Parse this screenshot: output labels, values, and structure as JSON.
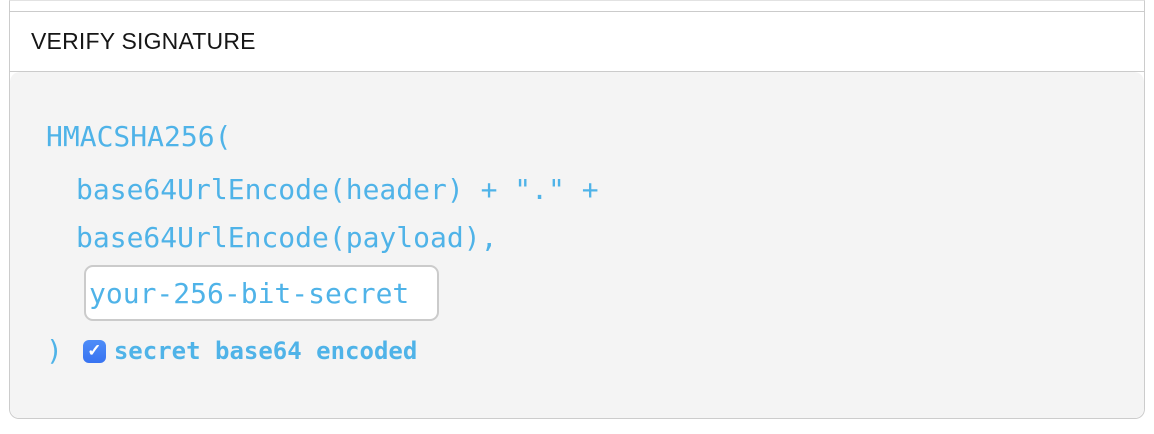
{
  "header": {
    "title": "VERIFY SIGNATURE"
  },
  "panel": {
    "code": {
      "line1": "HMACSHA256(",
      "line2": "base64UrlEncode(header) + \".\" +",
      "line3": "base64UrlEncode(payload),",
      "closing_paren": ")"
    },
    "secret_input": {
      "value": "your-256-bit-secret"
    },
    "checkbox": {
      "checked": true,
      "check_glyph": "✓",
      "label": "secret base64 encoded"
    }
  },
  "colors": {
    "accent_blue": "#4fb3e8",
    "checkbox_blue": "#3b7cf3",
    "panel_background": "#f4f4f4",
    "border": "#cccccc",
    "header_text": "#161616"
  }
}
